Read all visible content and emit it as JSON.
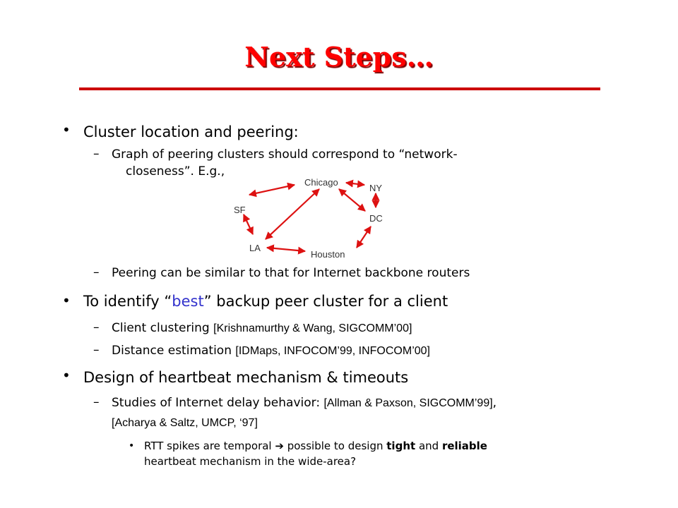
{
  "title": "Next Steps…",
  "bullets": {
    "cluster": {
      "label": "Cluster location and peering:",
      "graph_line1": "Graph of peering clusters should correspond to “network-",
      "graph_line2": "closeness”. E.g.,",
      "peering": "Peering can be similar to that for Internet backbone routers"
    },
    "backup": {
      "label_pre": "To identify “",
      "label_best": "best",
      "label_post": "” backup peer cluster for a client",
      "client_text": "Client clustering ",
      "client_ref": "[Krishnamurthy & Wang, SIGCOMM’00]",
      "distance_text": "Distance estimation ",
      "distance_ref": "[IDMaps, INFOCOM’99, INFOCOM’00]"
    },
    "heartbeat": {
      "label": "Design of heartbeat mechanism & timeouts",
      "studies_text": "Studies of Internet delay behavior: ",
      "studies_ref1": "[Allman & Paxson, SIGCOMM’99]",
      "studies_comma": ",",
      "studies_ref2": "[Acharya & Saltz, UMCP, ‘97]",
      "rtt_pre": "RTT spikes are temporal ",
      "rtt_mid": " possible to design ",
      "rtt_tight": "tight",
      "rtt_and": " and ",
      "rtt_reliable": "reliable",
      "rtt_line2": "heartbeat mechanism in the wide-area?"
    }
  },
  "diagram": {
    "nodes": {
      "chicago": "Chicago",
      "ny": "NY",
      "sf": "SF",
      "dc": "DC",
      "la": "LA",
      "houston": "Houston"
    },
    "edges": [
      [
        "SF",
        "Chicago"
      ],
      [
        "SF",
        "LA"
      ],
      [
        "Chicago",
        "NY"
      ],
      [
        "Chicago",
        "DC"
      ],
      [
        "Chicago",
        "LA"
      ],
      [
        "NY",
        "DC"
      ],
      [
        "LA",
        "Houston"
      ],
      [
        "Houston",
        "DC"
      ]
    ],
    "edge_color": "#dd1111"
  },
  "colors": {
    "title": "#ff0000",
    "rule": "#cc0000",
    "highlight": "#3333cc"
  },
  "icons": {
    "bullet": "bullet-dot",
    "dash": "dash",
    "arrow": "right-arrow-icon"
  }
}
